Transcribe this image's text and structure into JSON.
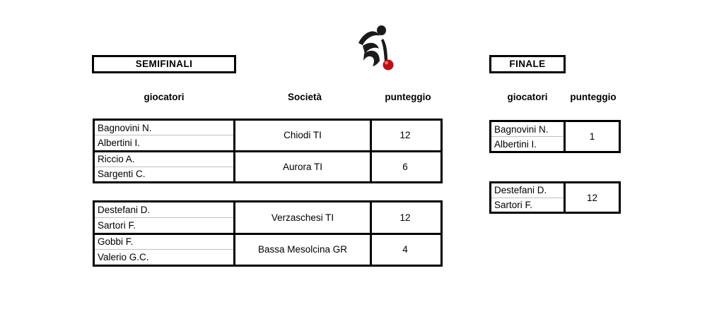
{
  "logo": {
    "name": "bocce-player-logo",
    "figure_color": "#1a1a1a",
    "ball_color": "#c00d13",
    "ball_highlight": "#ff6b6b"
  },
  "semifinali": {
    "title": "SEMIFINALI",
    "headers": {
      "players": "giocatori",
      "club": "Società",
      "score": "punteggio"
    },
    "matches": [
      {
        "teams": [
          {
            "players": [
              "Bagnovini N.",
              "Albertini I."
            ],
            "club": "Chiodi TI",
            "score": "12"
          },
          {
            "players": [
              "Riccio A.",
              "Sargenti C."
            ],
            "club": "Aurora TI",
            "score": "6"
          }
        ]
      },
      {
        "teams": [
          {
            "players": [
              "Destefani D.",
              "Sartori F."
            ],
            "club": "Verzaschesi TI",
            "score": "12"
          },
          {
            "players": [
              "Gobbi F.",
              "Valerio G.C."
            ],
            "club": "Bassa Mesolcina GR",
            "score": "4"
          }
        ]
      }
    ]
  },
  "finale": {
    "title": "FINALE",
    "headers": {
      "players": "giocatori",
      "score": "punteggio"
    },
    "teams": [
      {
        "players": [
          "Bagnovini N.",
          "Albertini I."
        ],
        "score": "1"
      },
      {
        "players": [
          "Destefani D.",
          "Sartori F."
        ],
        "score": "12"
      }
    ]
  }
}
